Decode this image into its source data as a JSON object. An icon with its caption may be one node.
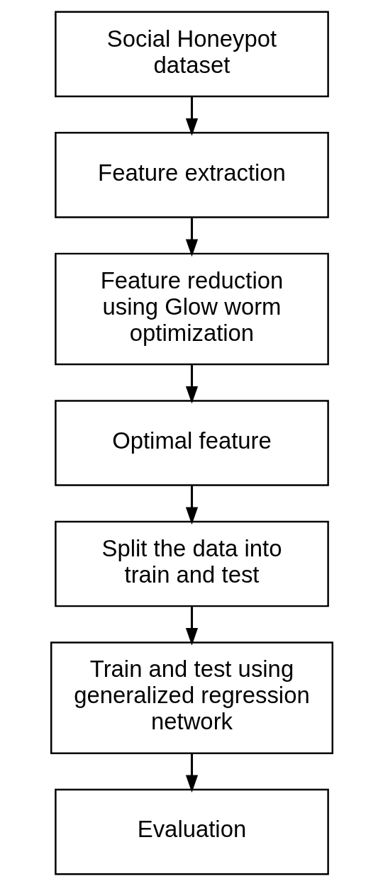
{
  "diagram": {
    "nodes": [
      {
        "text": [
          "Social Honeypot dataset"
        ]
      },
      {
        "text": [
          "Feature extraction"
        ]
      },
      {
        "text": [
          "Feature reduction using Glow worm optimization"
        ]
      },
      {
        "text": [
          "Optimal feature"
        ]
      },
      {
        "text": [
          "Split the data into train and test"
        ]
      },
      {
        "text": [
          "Train and test using generalized regression network"
        ]
      },
      {
        "text": [
          "Evaluation"
        ]
      }
    ],
    "edges": [
      {
        "from": 0,
        "to": 1,
        "arrow": "to"
      },
      {
        "from": 1,
        "to": 2,
        "arrow": "to"
      },
      {
        "from": 2,
        "to": 3,
        "arrow": "to"
      },
      {
        "from": 3,
        "to": 4,
        "arrow": "to"
      },
      {
        "from": 4,
        "to": 5,
        "arrow": "to"
      },
      {
        "from": 5,
        "to": 6,
        "arrow": "to"
      }
    ]
  }
}
